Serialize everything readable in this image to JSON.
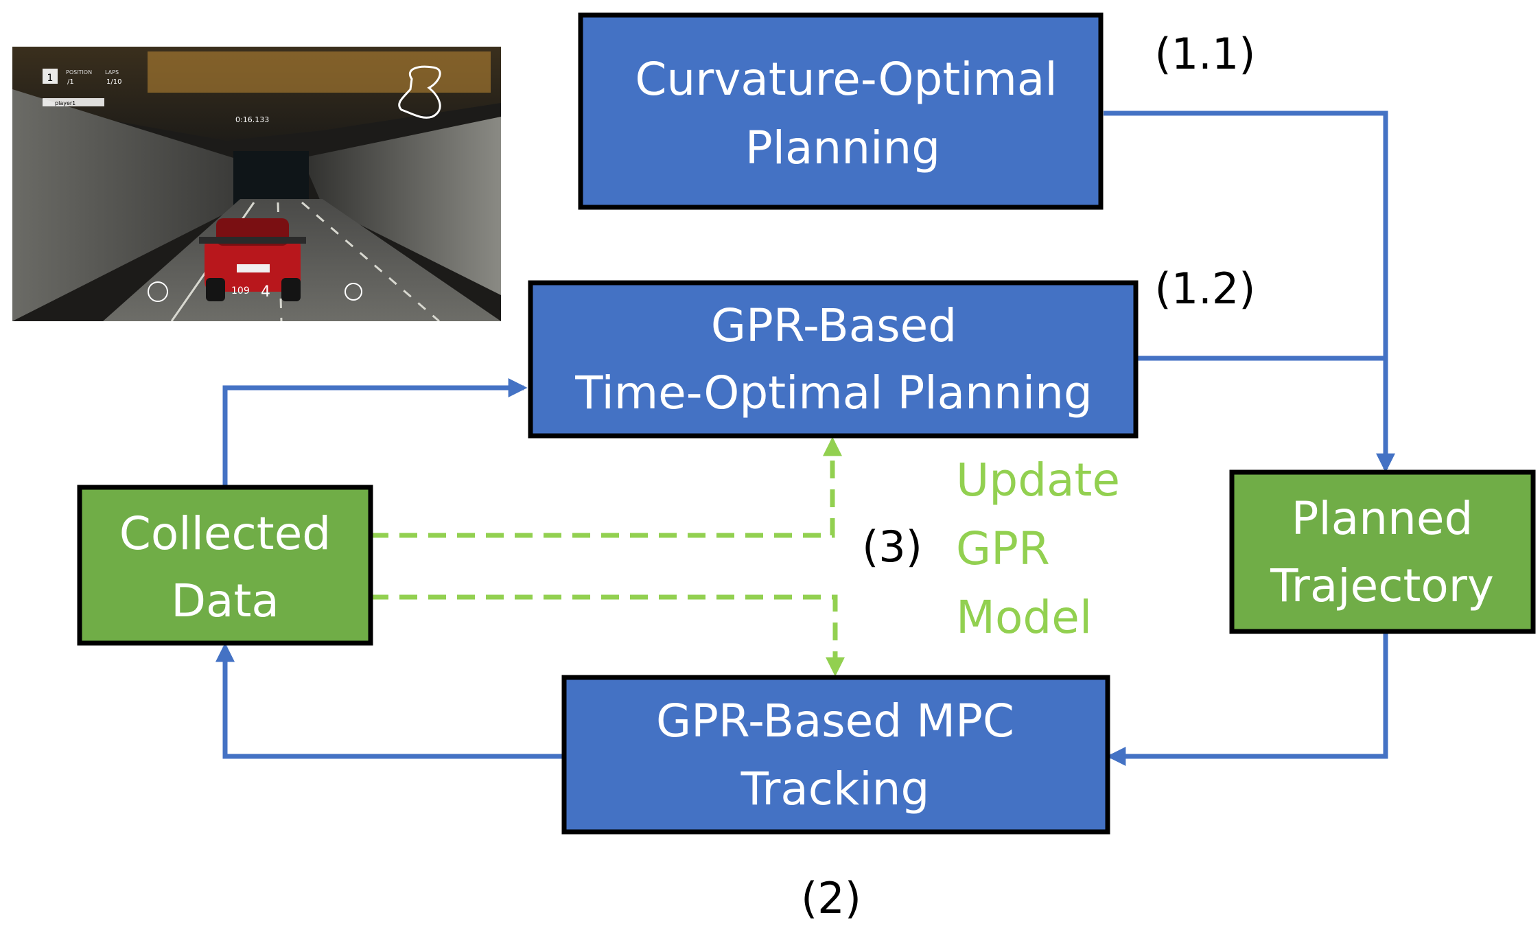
{
  "boxes": {
    "curvature": {
      "line1": "Curvature-Optimal",
      "line2": "Planning"
    },
    "gpr_planning": {
      "line1": "GPR-Based",
      "line2": "Time-Optimal Planning"
    },
    "collected": {
      "line1": "Collected",
      "line2": "Data"
    },
    "planned": {
      "line1": "Planned",
      "line2": "Trajectory"
    },
    "mpc": {
      "line1": "GPR-Based MPC",
      "line2": "Tracking"
    }
  },
  "step_labels": {
    "s1_1": "(1.1)",
    "s1_2": "(1.2)",
    "s2": "(2)",
    "s3": "(3)"
  },
  "update_label": {
    "line1": "Update",
    "line2": "GPR",
    "line3": "Model"
  },
  "game_hud": {
    "position_label": "POSITION",
    "position_value": "1",
    "position_total": "/1",
    "laps_label": "LAPS",
    "laps_value": "1/10",
    "player_name": "player1",
    "lap_time": "0:16.133",
    "speed": "109",
    "gear": "4"
  },
  "colors": {
    "blue_box": "#4472C4",
    "green_box": "#70AD47",
    "update_green": "#92D050",
    "arrow_blue": "#4472C4"
  },
  "icons": {
    "screenshot": "racing-game-screenshot",
    "track_map": "track-minimap-icon"
  }
}
